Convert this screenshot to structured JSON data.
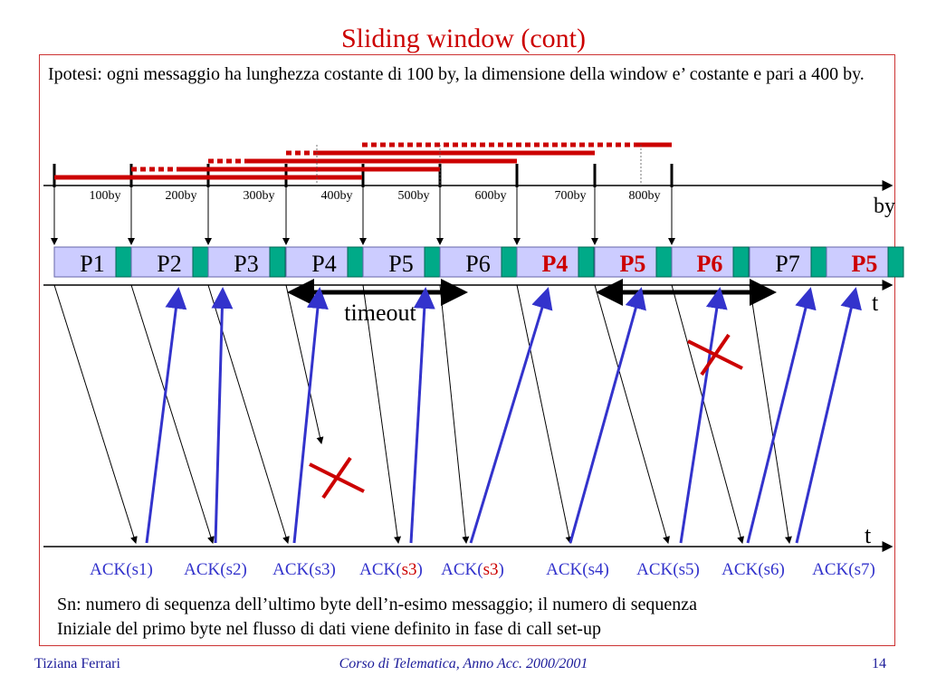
{
  "title": "Sliding window (cont)",
  "hypothesis": "Ipotesi: ogni messaggio ha lunghezza costante di 100 by, la dimensione della window e’ costante e pari a 400 by.",
  "byte_axis": {
    "unit_label": "by",
    "ticks": [
      "100by",
      "200by",
      "300by",
      "400by",
      "500by",
      "600by",
      "700by",
      "800by"
    ]
  },
  "time_axis_top_label": "t",
  "time_axis_bottom_label": "t",
  "packets": [
    {
      "label": "P1",
      "retransmission": false
    },
    {
      "label": "P2",
      "retransmission": false
    },
    {
      "label": "P3",
      "retransmission": false
    },
    {
      "label": "P4",
      "retransmission": false
    },
    {
      "label": "P5",
      "retransmission": false
    },
    {
      "label": "P6",
      "retransmission": false
    },
    {
      "label": "P4",
      "retransmission": true
    },
    {
      "label": "P5",
      "retransmission": true
    },
    {
      "label": "P6",
      "retransmission": true
    },
    {
      "label": "P7",
      "retransmission": false
    },
    {
      "label": "P5",
      "retransmission": true
    }
  ],
  "timeout_label": "timeout",
  "acks": [
    {
      "prefix": "ACK(s",
      "num": "1",
      "suffix": ")",
      "highlight": false
    },
    {
      "prefix": "ACK(s",
      "num": "2",
      "suffix": ")",
      "highlight": false
    },
    {
      "prefix": "ACK(s",
      "num": "3",
      "suffix": ")",
      "highlight": false
    },
    {
      "prefix": "ACK(",
      "num": "s3",
      "suffix": ")",
      "highlight": true
    },
    {
      "prefix": "ACK(",
      "num": "s3",
      "suffix": ")",
      "highlight": true
    },
    {
      "prefix": "ACK(s",
      "num": "4",
      "suffix": ")",
      "highlight": false
    },
    {
      "prefix": "ACK(s",
      "num": "5",
      "suffix": ")",
      "highlight": false
    },
    {
      "prefix": "ACK(s",
      "num": "6",
      "suffix": ")",
      "highlight": false
    },
    {
      "prefix": "ACK(s",
      "num": "7",
      "suffix": ")",
      "highlight": false
    }
  ],
  "note_line1": "Sn: numero di sequenza dell’ultimo byte dell’n-esimo messaggio; il numero di sequenza",
  "note_line2": "Iniziale del primo byte nel flusso di dati viene definito in fase di call set-up",
  "footer": {
    "author": "Tiziana Ferrari",
    "course": "Corso di Telematica, Anno Acc. 2000/2001",
    "page": "14"
  },
  "colors": {
    "accent_red": "#cc0000",
    "ack_blue": "#3333cc",
    "packet_fill": "#ccccff",
    "ack_slot_fill": "#00aa88",
    "footer_blue": "#1a1a99"
  }
}
